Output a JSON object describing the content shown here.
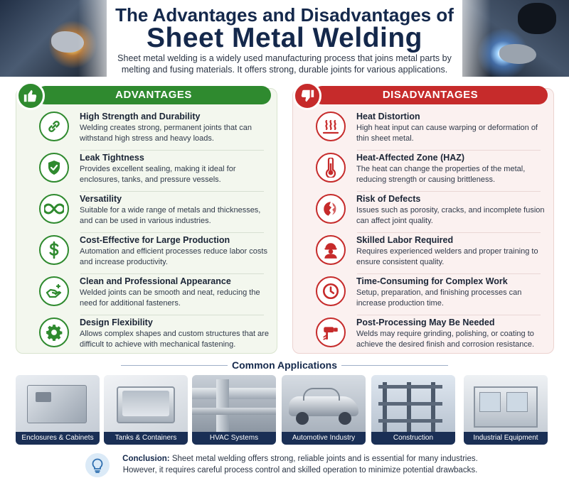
{
  "header": {
    "title_line1": "The Advantages and Disadvantages of",
    "title_line2": "Sheet Metal Welding",
    "intro": "Sheet metal welding is a widely used manufacturing process that joins metal parts by melting and fusing materials. It offers strong, durable joints for various applications."
  },
  "advantages": {
    "heading": "ADVANTAGES",
    "badge_icon": "thumbs-up-icon",
    "color": "#2f8a2f",
    "items": [
      {
        "icon": "chain-link-icon",
        "title": "High Strength and Durability",
        "text": "Welding creates strong, permanent joints that can withstand high stress and heavy loads."
      },
      {
        "icon": "shield-check-icon",
        "title": "Leak Tightness",
        "text": "Provides excellent sealing, making it ideal for enclosures, tanks, and pressure vessels."
      },
      {
        "icon": "infinity-icon",
        "title": "Versatility",
        "text": "Suitable for a wide range of metals and thicknesses, and can be used in various industries."
      },
      {
        "icon": "dollar-icon",
        "title": "Cost-Effective for Large Production",
        "text": "Automation and efficient processes reduce labor costs and increase productivity."
      },
      {
        "icon": "sparkle-hand-icon",
        "title": "Clean and Professional Appearance",
        "text": "Welded joints can be smooth and neat, reducing the need for additional fasteners."
      },
      {
        "icon": "gear-icon",
        "title": "Design Flexibility",
        "text": "Allows complex shapes and custom structures that are difficult to achieve with mechanical fastening."
      }
    ]
  },
  "disadvantages": {
    "heading": "DISADVANTAGES",
    "badge_icon": "thumbs-down-icon",
    "color": "#c62b2b",
    "items": [
      {
        "icon": "heat-waves-icon",
        "title": "Heat Distortion",
        "text": "High heat input can cause warping or deformation of thin sheet metal."
      },
      {
        "icon": "thermometer-icon",
        "title": "Heat-Affected Zone (HAZ)",
        "text": "The heat can change the properties of the metal, reducing strength or causing brittleness."
      },
      {
        "icon": "cracked-part-icon",
        "title": "Risk of Defects",
        "text": "Issues such as porosity, cracks, and incomplete fusion can affect joint quality."
      },
      {
        "icon": "worker-helmet-icon",
        "title": "Skilled Labor Required",
        "text": "Requires experienced welders and proper training to ensure consistent quality."
      },
      {
        "icon": "clock-icon",
        "title": "Time-Consuming for Complex Work",
        "text": "Setup, preparation, and finishing processes can increase production time."
      },
      {
        "icon": "grinder-icon",
        "title": "Post-Processing May Be Needed",
        "text": "Welds may require grinding, polishing, or coating to achieve the desired finish and corrosion resistance."
      }
    ]
  },
  "applications": {
    "title": "Common Applications",
    "items": [
      {
        "label": "Enclosures & Cabinets",
        "image": "metal-enclosure-photo"
      },
      {
        "label": "Tanks & Containers",
        "image": "steel-tank-photo"
      },
      {
        "label": "HVAC Systems",
        "image": "hvac-ducts-photo"
      },
      {
        "label": "Automotive Industry",
        "image": "car-body-photo"
      },
      {
        "label": "Construction",
        "image": "steel-frame-photo"
      },
      {
        "label": "Industrial Equipment",
        "image": "industrial-booth-photo"
      }
    ]
  },
  "conclusion": {
    "label": "Conclusion:",
    "text": " Sheet metal welding offers strong, reliable joints and is essential for many industries. However, it requires careful process control and skilled operation to minimize potential drawbacks."
  }
}
